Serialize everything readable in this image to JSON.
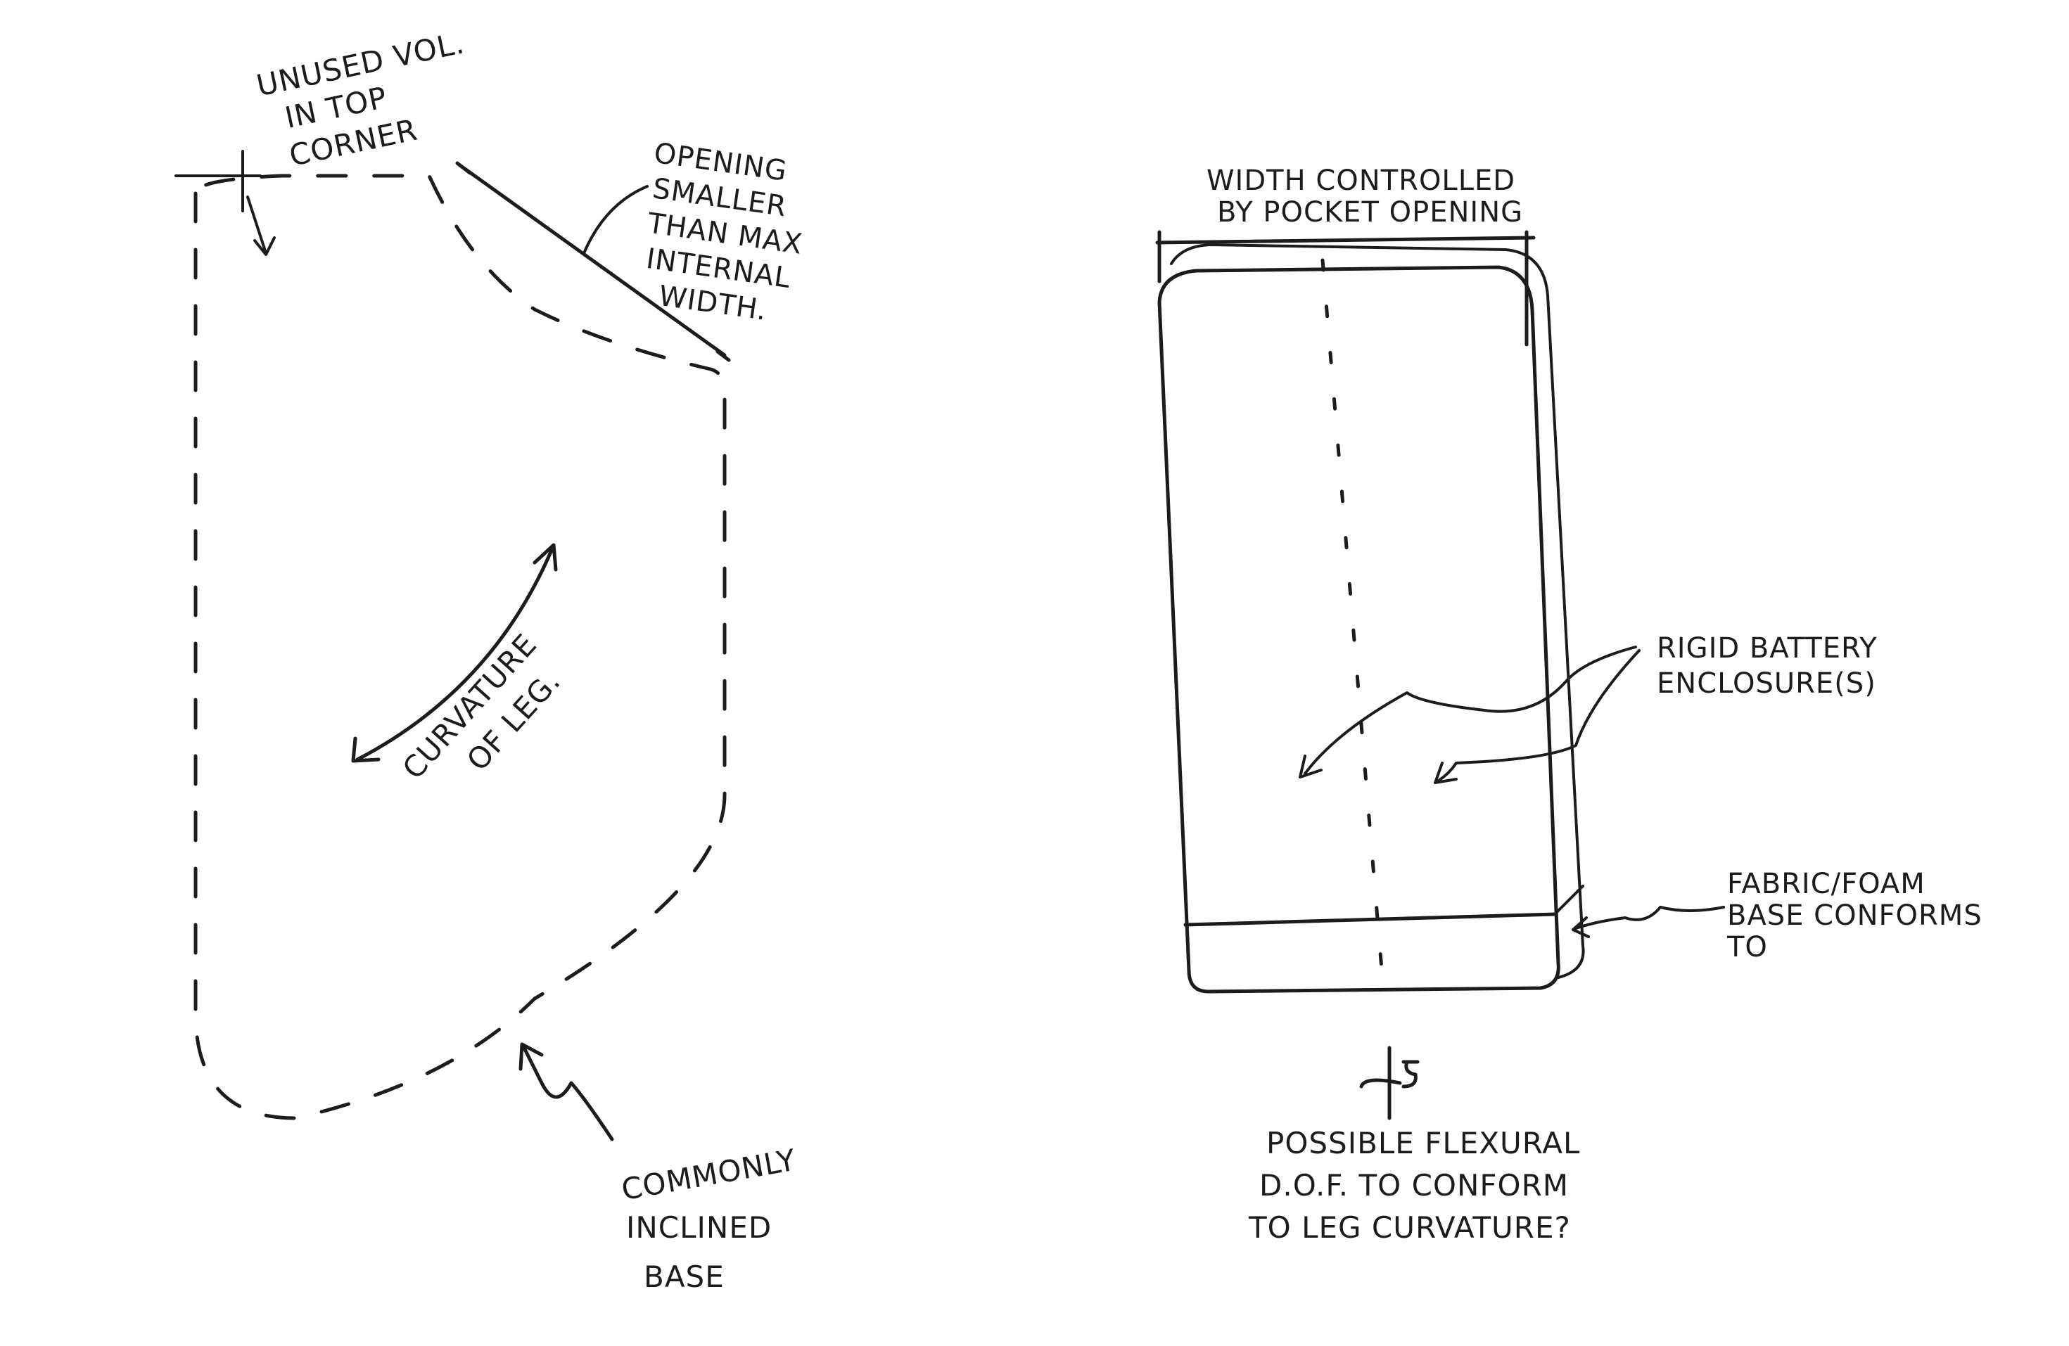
{
  "sketch_left": {
    "label_unused": [
      "UNUSED VOL.",
      "IN TOP",
      "CORNER"
    ],
    "label_opening": [
      "OPENING",
      "SMALLER",
      "THAN MAX",
      "INTERNAL",
      "WIDTH."
    ],
    "label_curvature": [
      "CURVATURE",
      "OF LEG."
    ],
    "label_base": [
      "COMMONLY",
      "INCLINED",
      "BASE"
    ]
  },
  "sketch_right": {
    "label_width": [
      "WIDTH CONTROLLED",
      "BY POCKET OPENING"
    ],
    "label_enclosure": [
      "RIGID BATTERY",
      "ENCLOSURE(S)"
    ],
    "label_foam": [
      "FABRIC/FOAM",
      "BASE CONFORMS",
      "TO"
    ],
    "label_flexural": [
      "POSSIBLE FLEXURAL",
      "D.O.F. TO CONFORM",
      "TO LEG CURVATURE?"
    ]
  },
  "colors": {
    "ink": "#1c1c1c",
    "paper": "#ffffff"
  }
}
